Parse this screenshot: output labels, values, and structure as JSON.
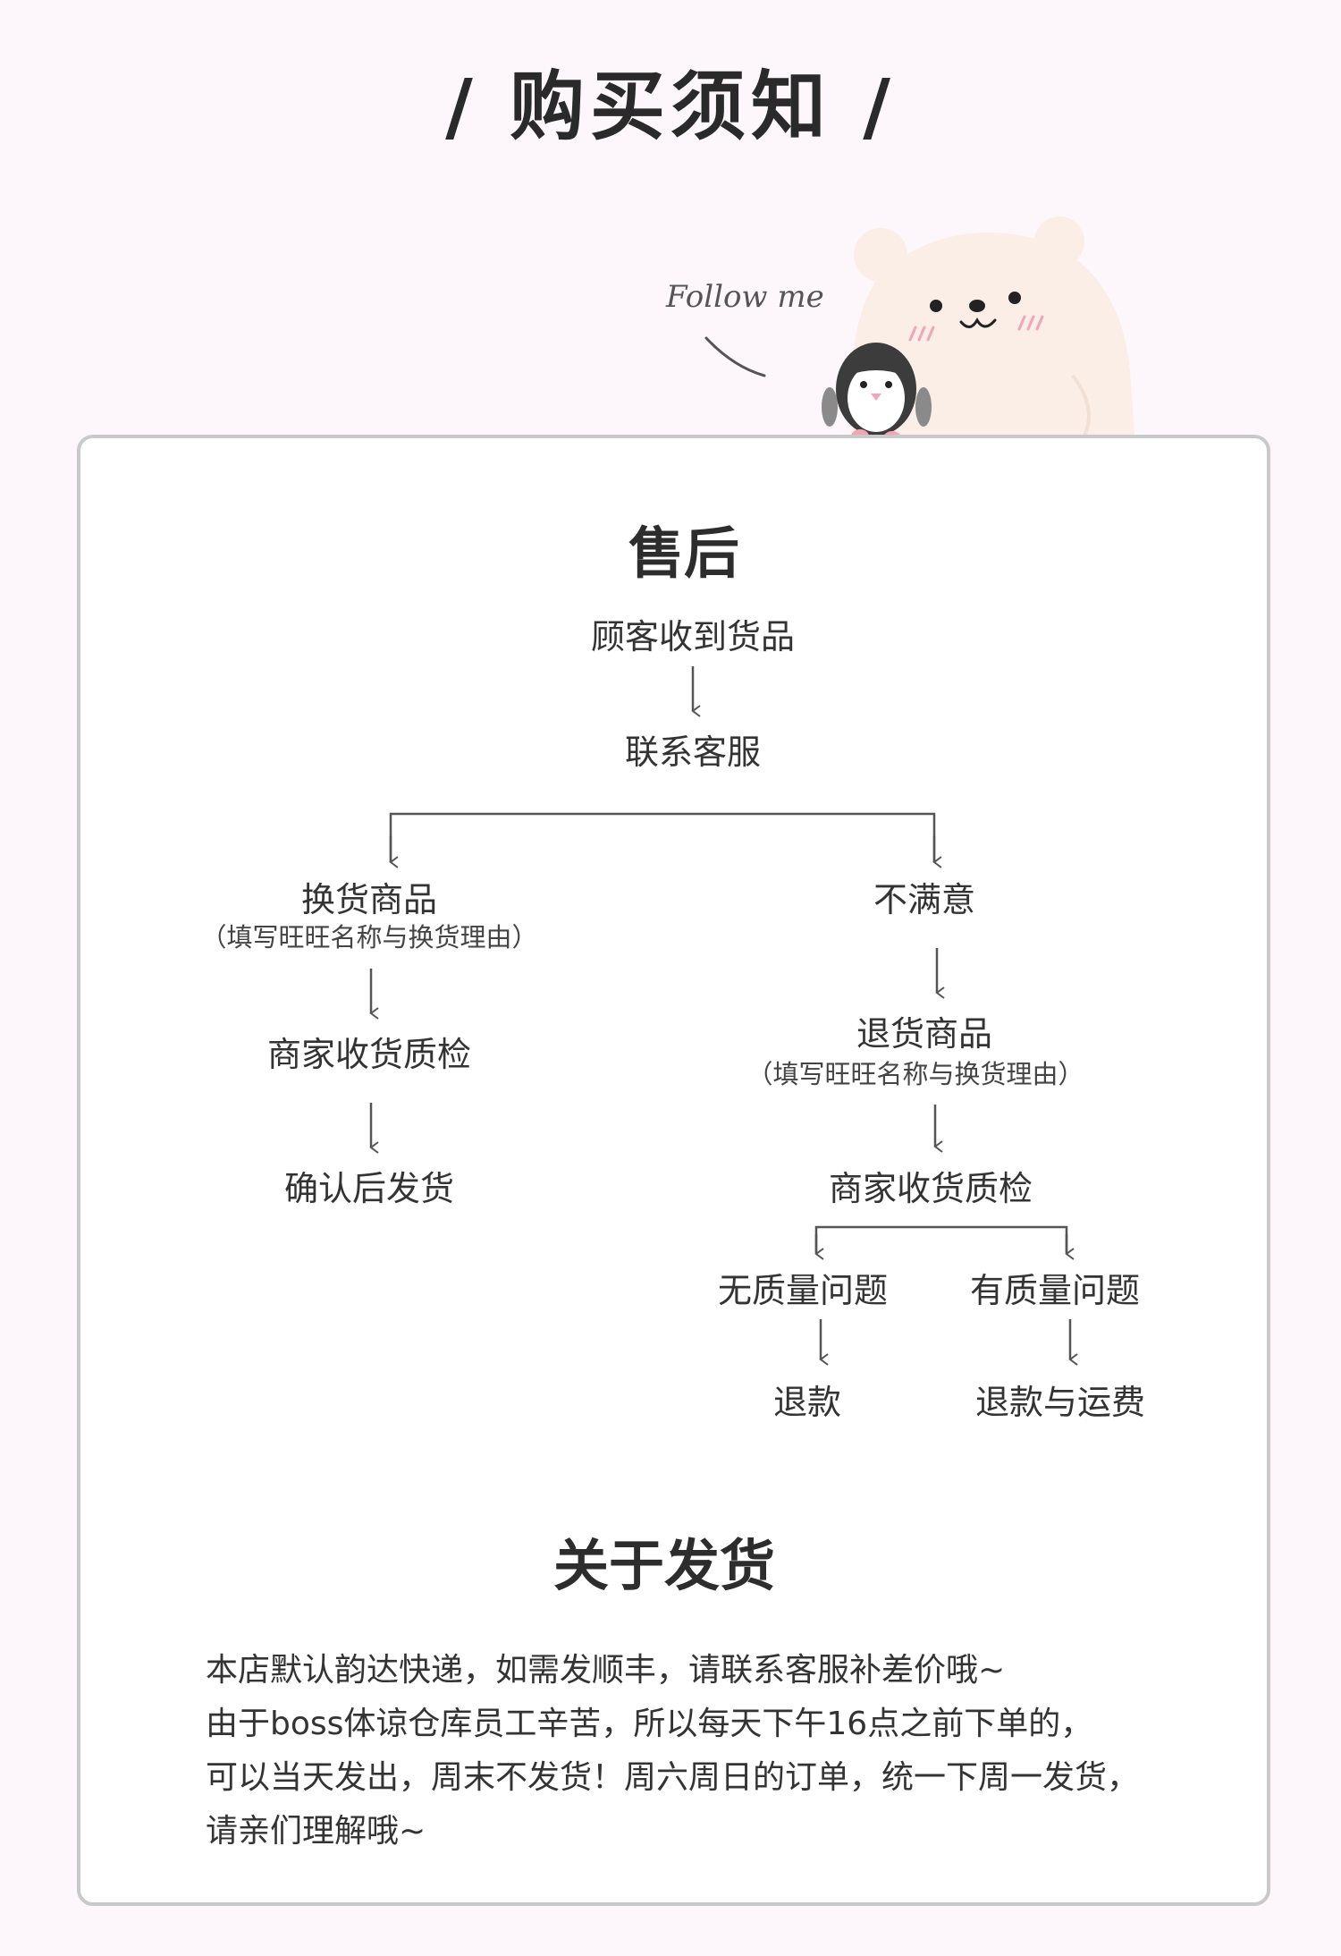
{
  "page_title": "/ 购买须知 /",
  "follow_text": "Follow me",
  "after_sales": {
    "title": "售后",
    "step_receive": "顾客收到货品",
    "step_contact": "联系客服",
    "exchange": {
      "label": "换货商品",
      "note": "（填写旺旺名称与换货理由）",
      "inspect": "商家收货质检",
      "ship": "确认后发货"
    },
    "unsatisfied": {
      "label": "不满意",
      "return_label": "退货商品",
      "return_note": "（填写旺旺名称与换货理由）",
      "inspect": "商家收货质检",
      "no_quality_issue": "无质量问题",
      "refund": "退款",
      "quality_issue": "有质量问题",
      "refund_shipping": "退款与运费"
    }
  },
  "shipping": {
    "title": "关于发货",
    "lines": [
      "本店默认韵达快递，如需发顺丰，请联系客服补差价哦~",
      "由于boss体谅仓库员工辛苦，所以每天下午16点之前下单的，",
      "可以当天发出，周末不发货！周六周日的订单，统一下周一发货，",
      "请亲们理解哦~"
    ]
  },
  "colors": {
    "background": "#fdf7fb",
    "card_border": "#c9c9c9",
    "line": "#555555",
    "bear": "#faeee6",
    "blush": "#f2a5b8"
  }
}
